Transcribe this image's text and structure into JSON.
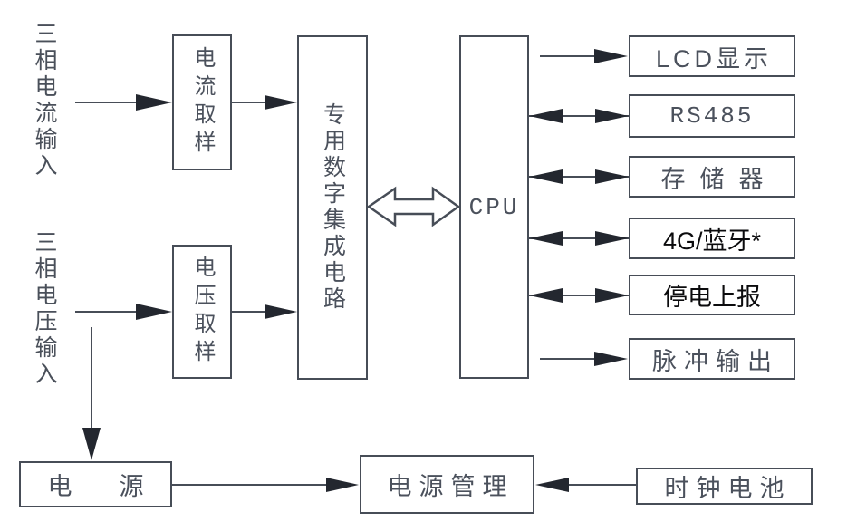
{
  "diagram": {
    "inputs": {
      "current": {
        "label": "三相电流输入"
      },
      "voltage": {
        "label": "三相电压输入"
      }
    },
    "sampling": {
      "current": {
        "label": "电流取样"
      },
      "voltage": {
        "label": "电压取样"
      }
    },
    "asic": {
      "label": "专用数字集成电路"
    },
    "cpu": {
      "label": "CPU"
    },
    "peripherals": [
      {
        "label": "LCD显示",
        "direction": "out"
      },
      {
        "label": "RS485",
        "direction": "bidirectional"
      },
      {
        "label": "存储器",
        "direction": "bidirectional"
      },
      {
        "label": "4G/蓝牙*",
        "direction": "bidirectional"
      },
      {
        "label": "停电上报",
        "direction": "bidirectional"
      },
      {
        "label": "脉冲输出",
        "direction": "out"
      }
    ],
    "power": {
      "label": "电源"
    },
    "power_management": {
      "label": "电源管理"
    },
    "clock_battery": {
      "label": "时钟电池"
    },
    "colors": {
      "line": "#474d57",
      "arrow": "#23272f",
      "text": "#4b515c",
      "edited_text": "#0b0b0d",
      "background": "#ffffff"
    }
  }
}
